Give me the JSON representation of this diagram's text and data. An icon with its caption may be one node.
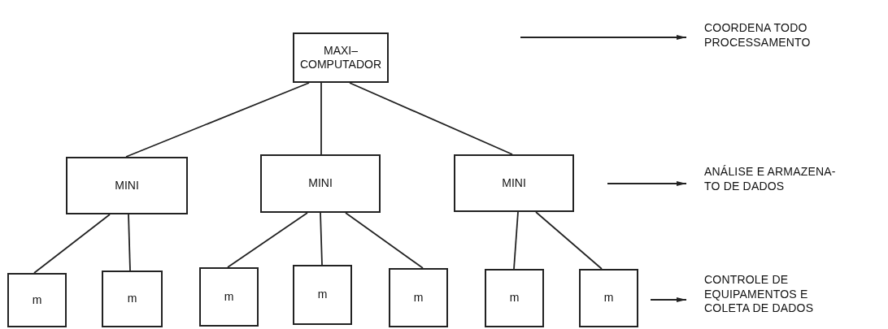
{
  "diagram": {
    "nodes": [
      {
        "text": [
          "MAXI– COMPUTADOR"
        ]
      },
      {
        "text": [
          "MINI"
        ]
      },
      {
        "text": [
          "MINI"
        ]
      },
      {
        "text": [
          "MINI"
        ]
      },
      {
        "text": [
          "m"
        ]
      },
      {
        "text": [
          "m"
        ]
      },
      {
        "text": [
          "m"
        ]
      },
      {
        "text": [
          "m"
        ]
      },
      {
        "text": [
          "m"
        ]
      },
      {
        "text": [
          "m"
        ]
      },
      {
        "text": [
          "m"
        ]
      },
      {
        "text": [
          "COORDENA TODO PROCESSAMENTO"
        ]
      },
      {
        "text": [
          "ANÁLISE E ARMAZENA- TO DE DADOS"
        ]
      },
      {
        "text": [
          "CONTROLE DE EQUIPAMENTOS E COLETA DE DADOS"
        ]
      }
    ],
    "edges": [
      {
        "from": 0,
        "to": 1,
        "arrow": "none"
      },
      {
        "from": 0,
        "to": 2,
        "arrow": "none"
      },
      {
        "from": 0,
        "to": 3,
        "arrow": "none"
      },
      {
        "from": 1,
        "to": 4,
        "arrow": "none"
      },
      {
        "from": 1,
        "to": 5,
        "arrow": "none"
      },
      {
        "from": 2,
        "to": 6,
        "arrow": "none"
      },
      {
        "from": 2,
        "to": 7,
        "arrow": "none"
      },
      {
        "from": 2,
        "to": 8,
        "arrow": "none"
      },
      {
        "from": 3,
        "to": 9,
        "arrow": "none"
      },
      {
        "from": 3,
        "to": 10,
        "arrow": "none"
      },
      {
        "from": null,
        "to": 11,
        "arrow": "to"
      },
      {
        "from": null,
        "to": 12,
        "arrow": "to"
      },
      {
        "from": null,
        "to": 13,
        "arrow": "to"
      }
    ]
  }
}
